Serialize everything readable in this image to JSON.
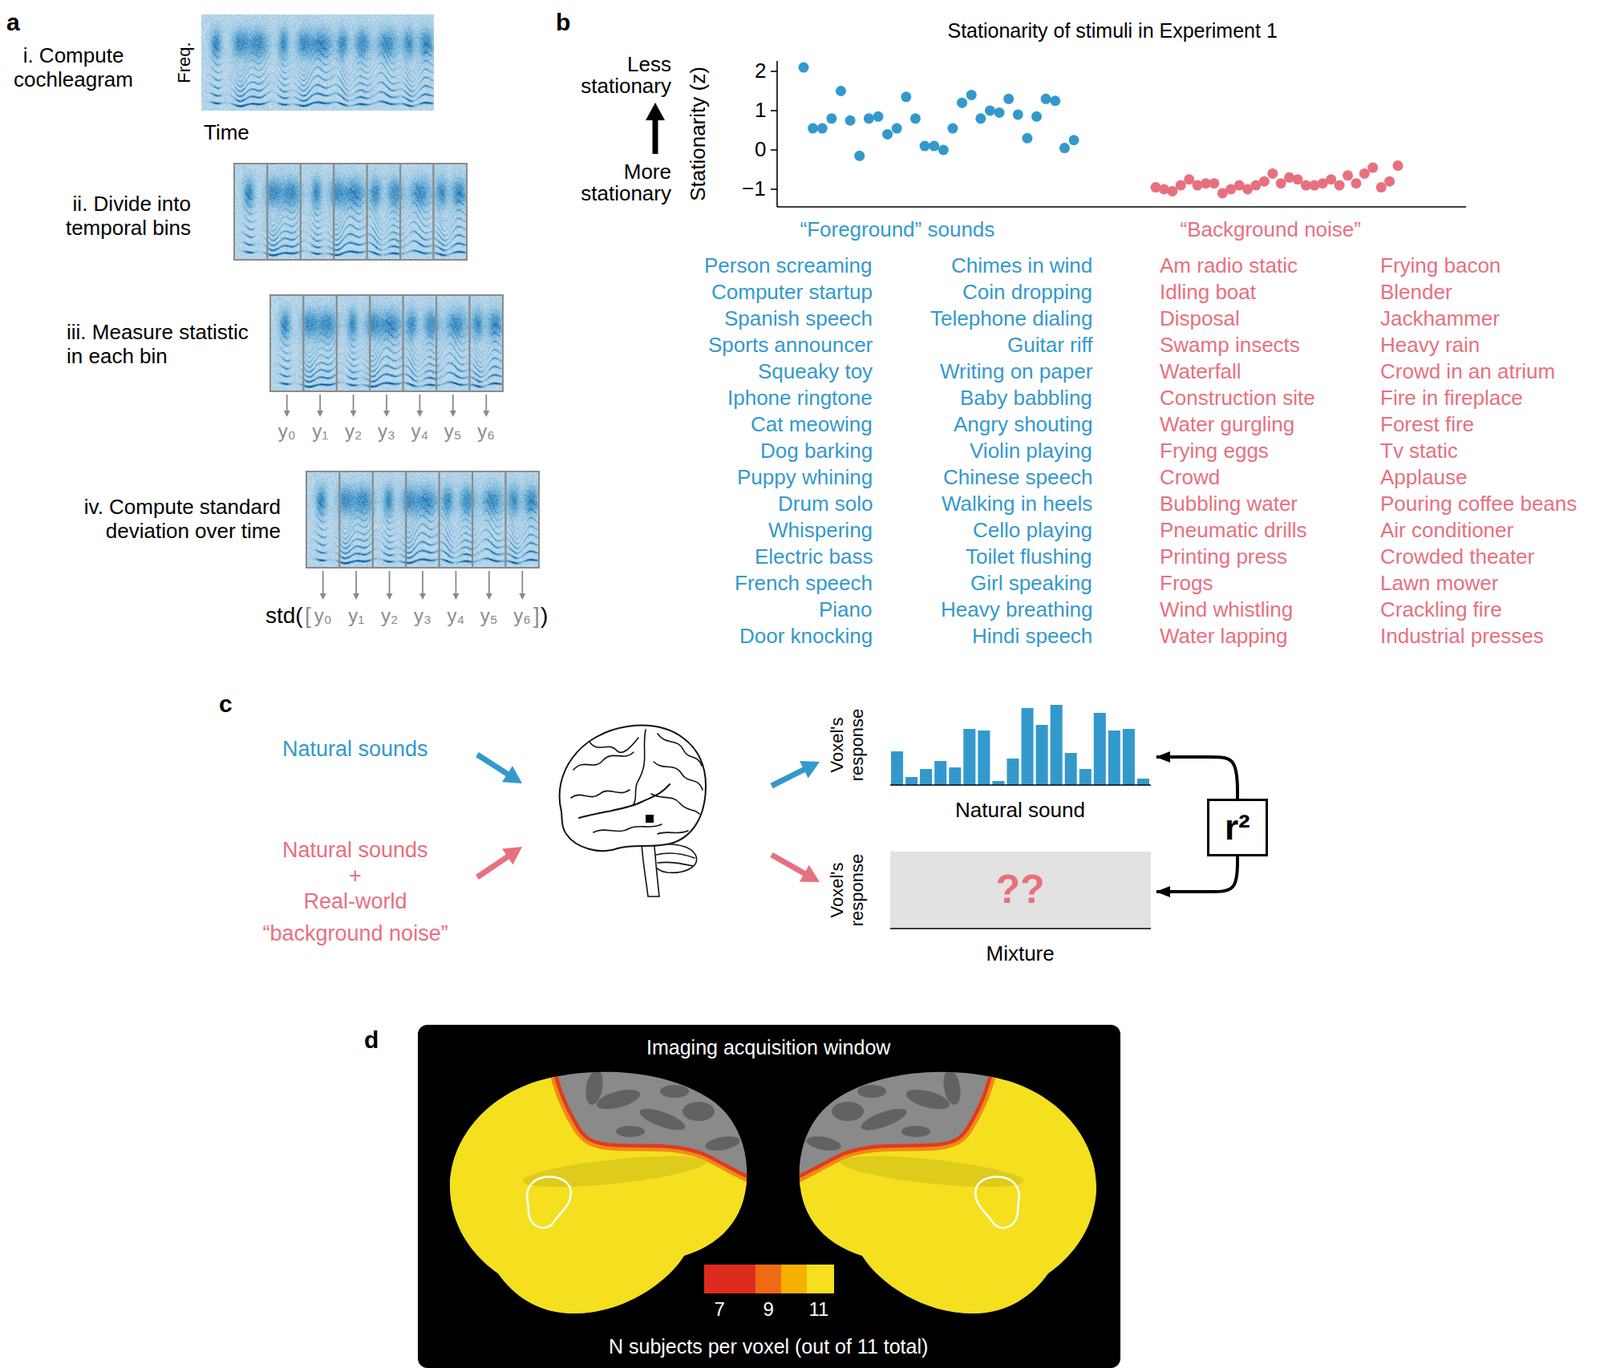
{
  "diagram": {
    "nodes": [
      {
        "text": [
          "Voxel's response",
          "Natural sound"
        ]
      },
      {
        "text": [
          "Voxel's response",
          "??",
          "Mixture"
        ]
      },
      {
        "text": [
          "r²"
        ]
      },
      {
        "text": [
          "Imaging acquisition window",
          "7",
          "9",
          "11",
          "N subjects per voxel (out of 11 total)"
        ]
      }
    ],
    "edges": [
      {
        "from": 2,
        "to": 0,
        "arrow": "to"
      },
      {
        "from": 2,
        "to": 1,
        "arrow": "to"
      }
    ],
    "labels": [
      "a",
      "i. Compute cochleagram",
      "Freq.",
      "Time",
      "ii. Divide into temporal bins",
      "iii. Measure statistic in each bin",
      "y₀",
      "y₁",
      "y₂",
      "y₃",
      "y₄",
      "y₅",
      "y₆",
      "iv. Compute standard deviation over time",
      "std(",
      "[",
      "y₀",
      "y₁",
      "y₂",
      "y₃",
      "y₄",
      "y₅",
      "y₆",
      "]",
      ")",
      "b",
      "Stationarity of stimuli in Experiment 1",
      "Less stationary",
      "More stationary",
      "Stationarity (z)",
      "2",
      "1",
      "0",
      "−1",
      "“Foreground” sounds",
      "“Background noise”",
      "Person screaming",
      "Computer startup",
      "Spanish speech",
      "Sports announcer",
      "Squeaky toy",
      "Iphone ringtone",
      "Cat meowing",
      "Dog barking",
      "Puppy whining",
      "Drum solo",
      "Whispering",
      "Electric bass",
      "French speech",
      "Piano",
      "Door knocking",
      "Chimes in wind",
      "Coin dropping",
      "Telephone dialing",
      "Guitar riff",
      "Writing on paper",
      "Baby babbling",
      "Angry shouting",
      "Violin playing",
      "Chinese speech",
      "Walking in heels",
      "Cello playing",
      "Toilet flushing",
      "Girl speaking",
      "Heavy breathing",
      "Hindi speech",
      "Am radio static",
      "Idling boat",
      "Disposal",
      "Swamp insects",
      "Waterfall",
      "Construction site",
      "Water gurgling",
      "Frying eggs",
      "Crowd",
      "Bubbling water",
      "Pneumatic drills",
      "Printing press",
      "Frogs",
      "Wind whistling",
      "Water lapping",
      "Frying bacon",
      "Blender",
      "Jackhammer",
      "Heavy rain",
      "Crowd in an atrium",
      "Fire in fireplace",
      "Forest fire",
      "Tv static",
      "Applause",
      "Pouring coffee beans",
      "Air conditioner",
      "Crowded theater",
      "Lawn mower",
      "Crackling fire",
      "Industrial presses",
      "c",
      "Natural sounds",
      "Natural sounds",
      "+",
      "Real-world",
      "“background noise”",
      "d"
    ]
  }
}
